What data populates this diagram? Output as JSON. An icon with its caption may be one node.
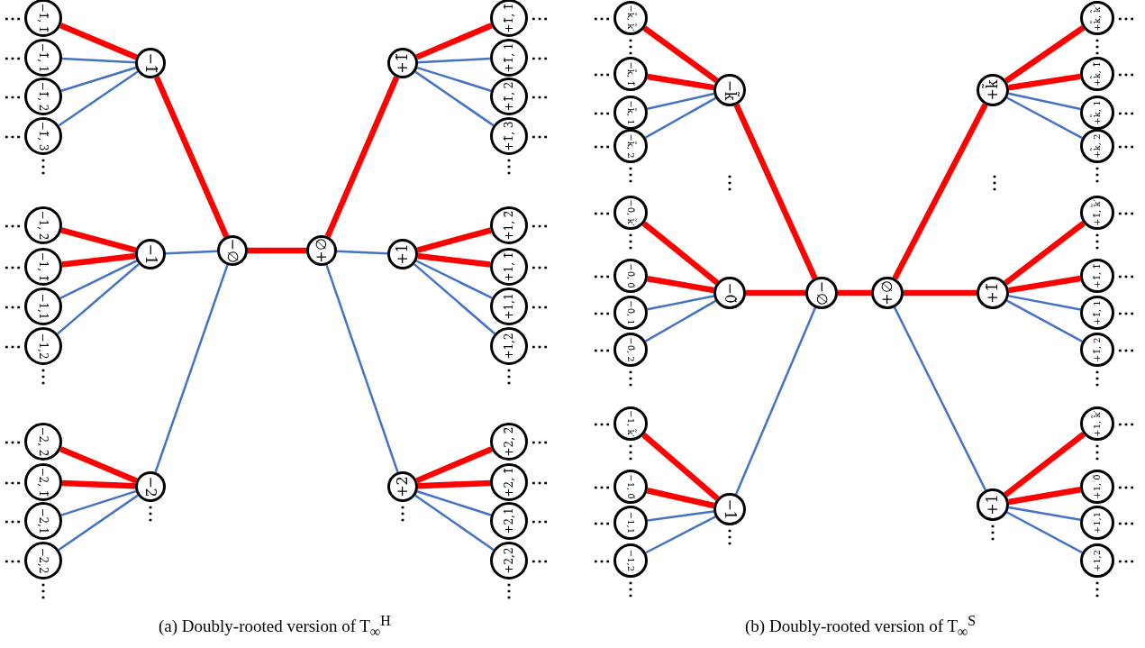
{
  "diagram": {
    "nodes": [
      {
        "text": [
          "−∅"
        ]
      },
      {
        "text": [
          "+∅"
        ]
      },
      {
        "text": [
          "−1̃"
        ]
      },
      {
        "text": [
          "−1̃, 1̃"
        ],
        "beside": [
          "⋯"
        ]
      },
      {
        "text": [
          "−1̃, 1"
        ],
        "beside": [
          "⋯"
        ]
      },
      {
        "text": [
          "−1̃, 2"
        ],
        "beside": [
          "⋯"
        ]
      },
      {
        "text": [
          "−1̃, 3"
        ],
        "beside": [
          "⋯",
          "⋮"
        ]
      },
      {
        "text": [
          "−1"
        ]
      },
      {
        "text": [
          "−1, 2̃"
        ],
        "beside": [
          "⋯"
        ]
      },
      {
        "text": [
          "−1, 1̃"
        ],
        "beside": [
          "⋯"
        ]
      },
      {
        "text": [
          "−1,1"
        ],
        "beside": [
          "⋯"
        ]
      },
      {
        "text": [
          "−1,2"
        ],
        "beside": [
          "⋯",
          "⋮"
        ]
      },
      {
        "text": [
          "−2"
        ],
        "beside": [
          "⋮"
        ]
      },
      {
        "text": [
          "−2, 2̃"
        ],
        "beside": [
          "⋯"
        ]
      },
      {
        "text": [
          "−2, 1̃"
        ],
        "beside": [
          "⋯"
        ]
      },
      {
        "text": [
          "−2,1"
        ],
        "beside": [
          "⋯"
        ]
      },
      {
        "text": [
          "−2,2"
        ],
        "beside": [
          "⋯",
          "⋮"
        ]
      },
      {
        "text": [
          "+1̃"
        ]
      },
      {
        "text": [
          "+1̃, 1̃"
        ],
        "beside": [
          "⋯"
        ]
      },
      {
        "text": [
          "+1̃, 1"
        ],
        "beside": [
          "⋯"
        ]
      },
      {
        "text": [
          "+1̃, 2"
        ],
        "beside": [
          "⋯"
        ]
      },
      {
        "text": [
          "+1̃, 3"
        ],
        "beside": [
          "⋯",
          "⋮"
        ]
      },
      {
        "text": [
          "+1"
        ]
      },
      {
        "text": [
          "+1, 2̃"
        ],
        "beside": [
          "⋯"
        ]
      },
      {
        "text": [
          "+1, 1̃"
        ],
        "beside": [
          "⋯"
        ]
      },
      {
        "text": [
          "+1,1"
        ],
        "beside": [
          "⋯"
        ]
      },
      {
        "text": [
          "+1,2"
        ],
        "beside": [
          "⋯",
          "⋮"
        ]
      },
      {
        "text": [
          "+2"
        ],
        "beside": [
          "⋮"
        ]
      },
      {
        "text": [
          "+2, 2̃"
        ],
        "beside": [
          "⋯"
        ]
      },
      {
        "text": [
          "+2, 1̃"
        ],
        "beside": [
          "⋯"
        ]
      },
      {
        "text": [
          "+2,1"
        ],
        "beside": [
          "⋯"
        ]
      },
      {
        "text": [
          "+2,2"
        ],
        "beside": [
          "⋯",
          "⋮"
        ]
      },
      {
        "text": [
          "−∅"
        ]
      },
      {
        "text": [
          "+∅"
        ]
      },
      {
        "text": [
          "−k̃"
        ]
      },
      {
        "text": [
          "−k̃, k̃′"
        ],
        "beside": [
          "⋯",
          "⋮"
        ]
      },
      {
        "text": [
          "−k̃, 1̃"
        ],
        "beside": [
          "⋯"
        ]
      },
      {
        "text": [
          "−k̃, 1"
        ],
        "beside": [
          "⋯"
        ]
      },
      {
        "text": [
          "−k̃, 2"
        ],
        "beside": [
          "⋯",
          "⋮"
        ]
      },
      {
        "text": [
          "−0̃"
        ]
      },
      {
        "text": [
          "−0̃, k̃′"
        ],
        "beside": [
          "⋯",
          "⋮"
        ]
      },
      {
        "text": [
          "−0̃, 0̃"
        ],
        "beside": [
          "⋯"
        ]
      },
      {
        "text": [
          "−0̃, 1"
        ],
        "beside": [
          "⋯"
        ]
      },
      {
        "text": [
          "−0̃, 2"
        ],
        "beside": [
          "⋯",
          "⋮"
        ]
      },
      {
        "text": [
          "−1"
        ],
        "beside": [
          "⋮"
        ]
      },
      {
        "text": [
          "−1, k̃′"
        ],
        "beside": [
          "⋯",
          "⋮"
        ]
      },
      {
        "text": [
          "−1, 0̃"
        ],
        "beside": [
          "⋯"
        ]
      },
      {
        "text": [
          "−1,1"
        ],
        "beside": [
          "⋯"
        ]
      },
      {
        "text": [
          "−1,2"
        ],
        "beside": [
          "⋯",
          "⋮"
        ]
      },
      {
        "text": [
          "+k̃"
        ]
      },
      {
        "text": [
          "+k̃, k̃′"
        ],
        "beside": [
          "⋯",
          "⋮"
        ]
      },
      {
        "text": [
          "+k̃, 1̃"
        ],
        "beside": [
          "⋯"
        ]
      },
      {
        "text": [
          "+k̃, 1"
        ],
        "beside": [
          "⋯"
        ]
      },
      {
        "text": [
          "+k̃, 2"
        ],
        "beside": [
          "⋯",
          "⋮"
        ]
      },
      {
        "text": [
          "+1̃"
        ]
      },
      {
        "text": [
          "+1̃, k̃′"
        ],
        "beside": [
          "⋯",
          "⋮"
        ]
      },
      {
        "text": [
          "+1̃, 1̃"
        ],
        "beside": [
          "⋯"
        ]
      },
      {
        "text": [
          "+1̃, 1"
        ],
        "beside": [
          "⋯"
        ]
      },
      {
        "text": [
          "+1̃, 2"
        ],
        "beside": [
          "⋯",
          "⋮"
        ]
      },
      {
        "text": [
          "+1"
        ],
        "beside": [
          "⋮"
        ]
      },
      {
        "text": [
          "+1, k̃′"
        ],
        "beside": [
          "⋯",
          "⋮"
        ]
      },
      {
        "text": [
          "+1, 0̃"
        ],
        "beside": [
          "⋯"
        ]
      },
      {
        "text": [
          "+1,1"
        ],
        "beside": [
          "⋯"
        ]
      },
      {
        "text": [
          "+1,2"
        ],
        "beside": [
          "⋯",
          "⋮"
        ]
      }
    ],
    "edges": [
      {
        "from": 0,
        "to": 1,
        "arrow": "none",
        "style": "thick",
        "color": "#ff0000"
      },
      {
        "from": 0,
        "to": 2,
        "arrow": "none",
        "style": "thick",
        "color": "#ff0000"
      },
      {
        "from": 0,
        "to": 7,
        "arrow": "none"
      },
      {
        "from": 0,
        "to": 12,
        "arrow": "none"
      },
      {
        "from": 1,
        "to": 17,
        "arrow": "none",
        "style": "thick",
        "color": "#ff0000"
      },
      {
        "from": 1,
        "to": 22,
        "arrow": "none"
      },
      {
        "from": 1,
        "to": 27,
        "arrow": "none"
      },
      {
        "from": 2,
        "to": 3,
        "arrow": "none",
        "style": "thick",
        "color": "#ff0000"
      },
      {
        "from": 2,
        "to": 4,
        "arrow": "none"
      },
      {
        "from": 2,
        "to": 5,
        "arrow": "none"
      },
      {
        "from": 2,
        "to": 6,
        "arrow": "none"
      },
      {
        "from": 7,
        "to": 8,
        "arrow": "none",
        "style": "thick",
        "color": "#ff0000"
      },
      {
        "from": 7,
        "to": 9,
        "arrow": "none",
        "style": "thick",
        "color": "#ff0000"
      },
      {
        "from": 7,
        "to": 10,
        "arrow": "none"
      },
      {
        "from": 7,
        "to": 11,
        "arrow": "none"
      },
      {
        "from": 12,
        "to": 13,
        "arrow": "none",
        "style": "thick",
        "color": "#ff0000"
      },
      {
        "from": 12,
        "to": 14,
        "arrow": "none",
        "style": "thick",
        "color": "#ff0000"
      },
      {
        "from": 12,
        "to": 15,
        "arrow": "none"
      },
      {
        "from": 12,
        "to": 16,
        "arrow": "none"
      },
      {
        "from": 17,
        "to": 18,
        "arrow": "none",
        "style": "thick",
        "color": "#ff0000"
      },
      {
        "from": 17,
        "to": 19,
        "arrow": "none"
      },
      {
        "from": 17,
        "to": 20,
        "arrow": "none"
      },
      {
        "from": 17,
        "to": 21,
        "arrow": "none"
      },
      {
        "from": 22,
        "to": 23,
        "arrow": "none",
        "style": "thick",
        "color": "#ff0000"
      },
      {
        "from": 22,
        "to": 24,
        "arrow": "none",
        "style": "thick",
        "color": "#ff0000"
      },
      {
        "from": 22,
        "to": 25,
        "arrow": "none"
      },
      {
        "from": 22,
        "to": 26,
        "arrow": "none"
      },
      {
        "from": 27,
        "to": 28,
        "arrow": "none",
        "style": "thick",
        "color": "#ff0000"
      },
      {
        "from": 27,
        "to": 29,
        "arrow": "none",
        "style": "thick",
        "color": "#ff0000"
      },
      {
        "from": 27,
        "to": 30,
        "arrow": "none"
      },
      {
        "from": 27,
        "to": 31,
        "arrow": "none"
      },
      {
        "from": 32,
        "to": 33,
        "arrow": "none",
        "style": "thick",
        "color": "#ff0000"
      },
      {
        "from": 32,
        "to": 34,
        "arrow": "none",
        "style": "thick",
        "color": "#ff0000"
      },
      {
        "from": 32,
        "to": 39,
        "arrow": "none",
        "style": "thick",
        "color": "#ff0000"
      },
      {
        "from": 32,
        "to": 44,
        "arrow": "none"
      },
      {
        "from": 33,
        "to": 49,
        "arrow": "none",
        "style": "thick",
        "color": "#ff0000"
      },
      {
        "from": 33,
        "to": 54,
        "arrow": "none",
        "style": "thick",
        "color": "#ff0000"
      },
      {
        "from": 33,
        "to": 59,
        "arrow": "none"
      },
      {
        "from": 34,
        "to": 35,
        "arrow": "none",
        "style": "thick",
        "color": "#ff0000"
      },
      {
        "from": 34,
        "to": 36,
        "arrow": "none",
        "style": "thick",
        "color": "#ff0000"
      },
      {
        "from": 34,
        "to": 37,
        "arrow": "none"
      },
      {
        "from": 34,
        "to": 38,
        "arrow": "none"
      },
      {
        "from": 39,
        "to": 40,
        "arrow": "none",
        "style": "thick",
        "color": "#ff0000"
      },
      {
        "from": 39,
        "to": 41,
        "arrow": "none",
        "style": "thick",
        "color": "#ff0000"
      },
      {
        "from": 39,
        "to": 42,
        "arrow": "none"
      },
      {
        "from": 39,
        "to": 43,
        "arrow": "none"
      },
      {
        "from": 44,
        "to": 45,
        "arrow": "none",
        "style": "thick",
        "color": "#ff0000"
      },
      {
        "from": 44,
        "to": 46,
        "arrow": "none",
        "style": "thick",
        "color": "#ff0000"
      },
      {
        "from": 44,
        "to": 47,
        "arrow": "none"
      },
      {
        "from": 44,
        "to": 48,
        "arrow": "none"
      },
      {
        "from": 49,
        "to": 50,
        "arrow": "none",
        "style": "thick",
        "color": "#ff0000"
      },
      {
        "from": 49,
        "to": 51,
        "arrow": "none",
        "style": "thick",
        "color": "#ff0000"
      },
      {
        "from": 49,
        "to": 52,
        "arrow": "none"
      },
      {
        "from": 49,
        "to": 53,
        "arrow": "none"
      },
      {
        "from": 54,
        "to": 55,
        "arrow": "none",
        "style": "thick",
        "color": "#ff0000"
      },
      {
        "from": 54,
        "to": 56,
        "arrow": "none",
        "style": "thick",
        "color": "#ff0000"
      },
      {
        "from": 54,
        "to": 57,
        "arrow": "none"
      },
      {
        "from": 54,
        "to": 58,
        "arrow": "none"
      },
      {
        "from": 59,
        "to": 60,
        "arrow": "none",
        "style": "thick",
        "color": "#ff0000"
      },
      {
        "from": 59,
        "to": 61,
        "arrow": "none",
        "style": "thick",
        "color": "#ff0000"
      },
      {
        "from": 59,
        "to": 62,
        "arrow": "none"
      },
      {
        "from": 59,
        "to": 63,
        "arrow": "none"
      }
    ],
    "labels": [
      "⋮",
      "⋮",
      "(a) Doubly-rooted version of T$_{∞}$$^{H}$",
      "(b) Doubly-rooted version of T$_{∞}$$^{S}$"
    ]
  }
}
